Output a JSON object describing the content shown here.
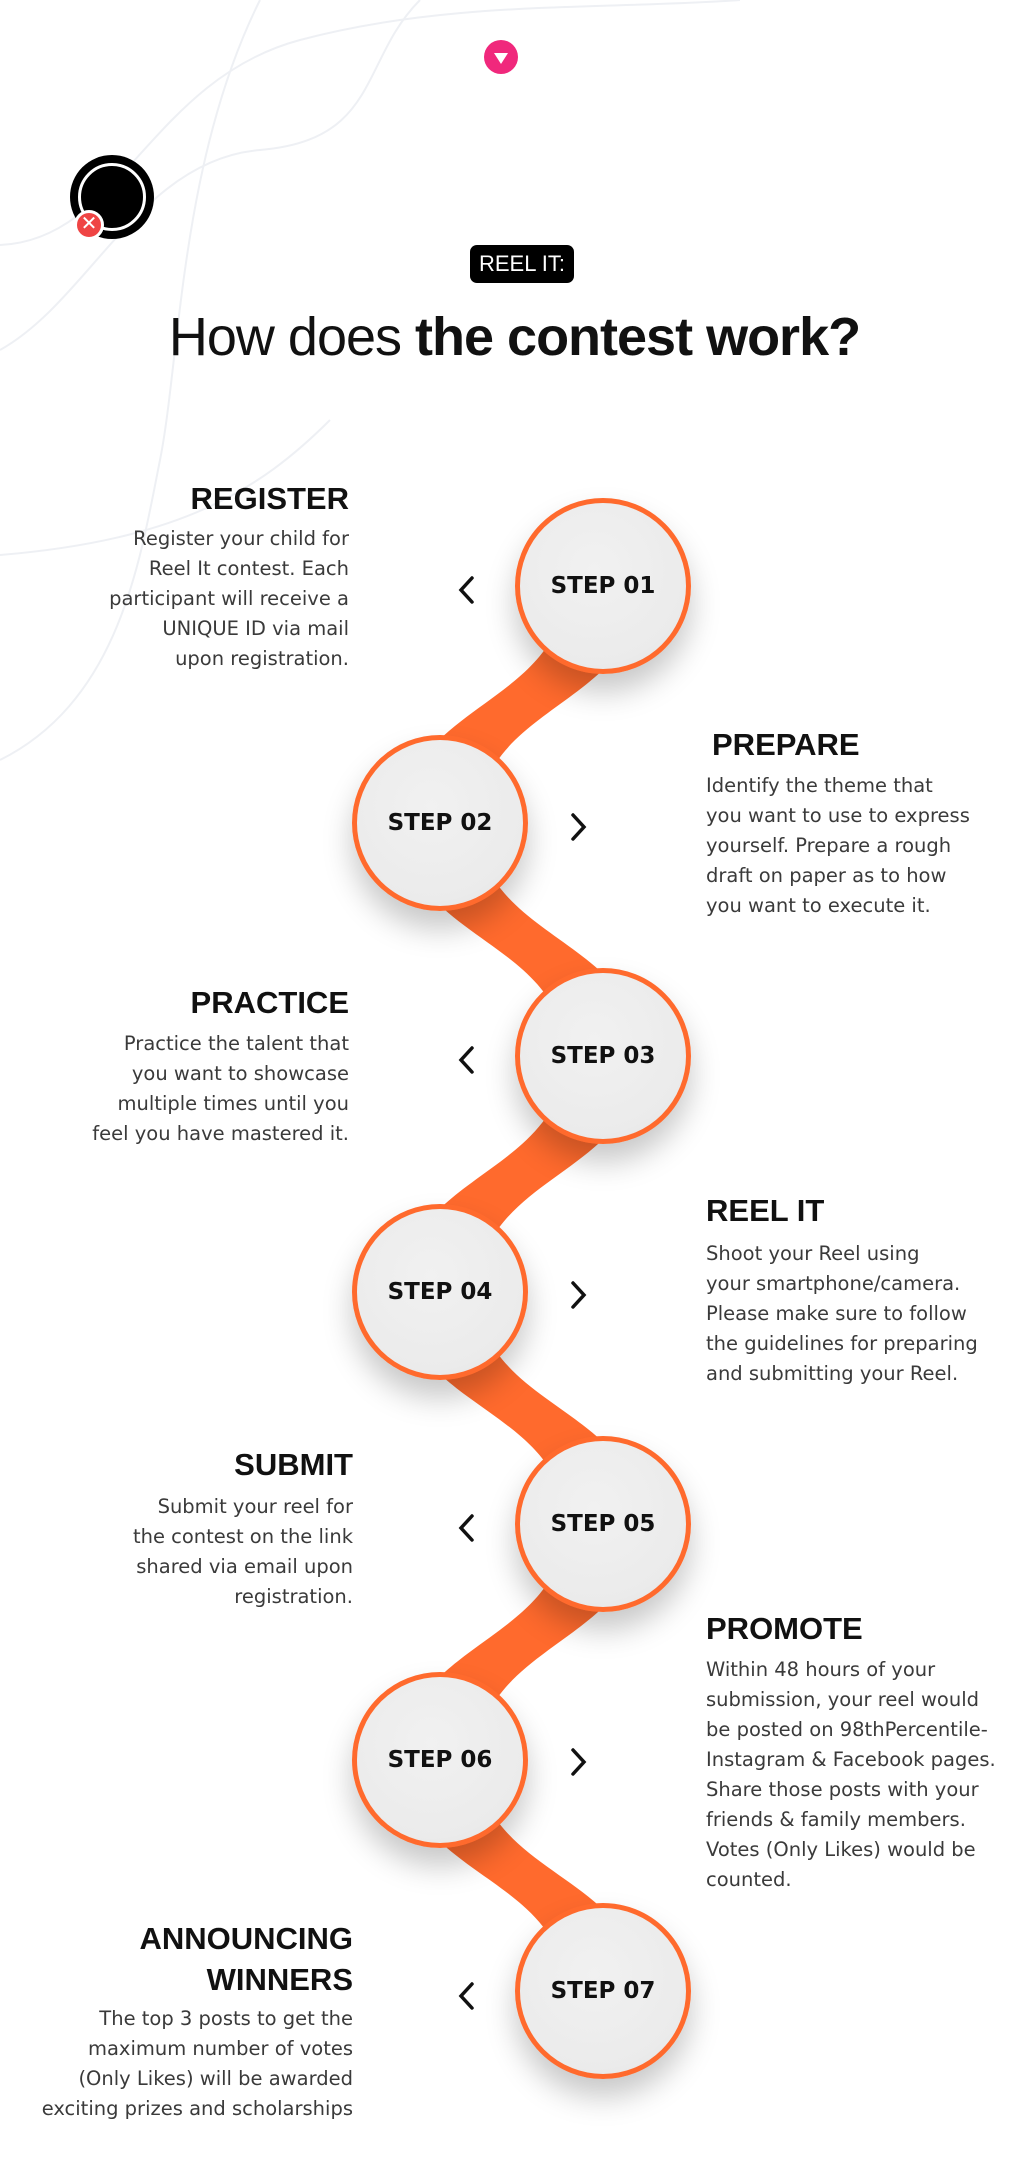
{
  "badge": "REEL IT:",
  "title": {
    "light": "How does ",
    "bold": "the contest work?"
  },
  "colors": {
    "accent": "#ff6a2d",
    "badge_bg": "#000000",
    "pin": "#f0287c",
    "logo_x": "#ef4444"
  },
  "icons": [
    "logo-icon",
    "pin-icon",
    "chevron-left-icon",
    "chevron-right-icon"
  ],
  "steps": [
    {
      "label": "STEP 01",
      "heading": "REGISTER",
      "text": "Register your child for\nReel It contest. Each\nparticipant will receive a\nUNIQUE ID via mail\nupon registration."
    },
    {
      "label": "STEP 02",
      "heading": "PREPARE",
      "text": "Identify the theme that\nyou want to use to express\nyourself. Prepare a rough\ndraft on paper as to how\nyou want to execute it."
    },
    {
      "label": "STEP 03",
      "heading": "PRACTICE",
      "text": "Practice the talent that\nyou want to showcase\nmultiple times until you\nfeel you have mastered it."
    },
    {
      "label": "STEP 04",
      "heading": "REEL IT",
      "text": "Shoot your Reel using\nyour smartphone/camera.\nPlease make sure to follow\nthe guidelines for preparing\nand submitting your Reel."
    },
    {
      "label": "STEP 05",
      "heading": "SUBMIT",
      "text": "Submit your reel for\nthe contest on the link\nshared via email upon\nregistration."
    },
    {
      "label": "STEP 06",
      "heading": "PROMOTE",
      "text": "Within 48 hours of your\nsubmission, your reel would\nbe posted on 98thPercentile-\nInstagram & Facebook pages.\nShare those posts with your\nfriends & family members.\nVotes (Only Likes) would be\n counted."
    },
    {
      "label": "STEP 07",
      "heading": "ANNOUNCING\nWINNERS",
      "text": "The top 3 posts to get the\nmaximum number of votes\n(Only Likes) will be awarded\nexciting prizes and scholarships"
    }
  ]
}
